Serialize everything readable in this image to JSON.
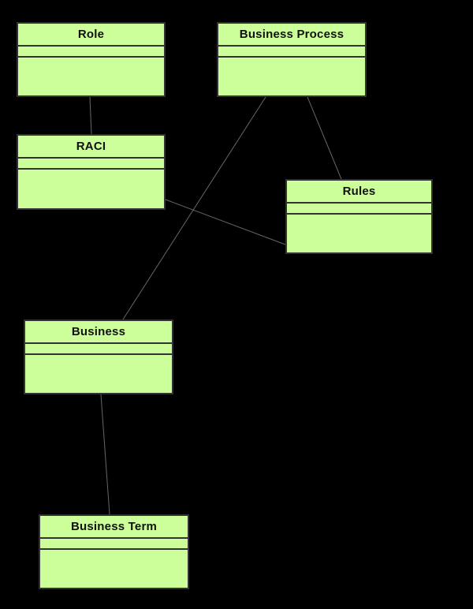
{
  "diagram": {
    "background_color": "#000000",
    "node_fill_color": "#ccff99",
    "node_border_color": "#333333",
    "edge_color": "#666666",
    "nodes": [
      {
        "id": "role",
        "label": "Role"
      },
      {
        "id": "business-process",
        "label": "Business Process"
      },
      {
        "id": "raci",
        "label": "RACI"
      },
      {
        "id": "rules",
        "label": "Rules"
      },
      {
        "id": "business",
        "label": "Business"
      },
      {
        "id": "business-term",
        "label": "Business Term"
      }
    ],
    "edges": [
      {
        "from": "Role",
        "to": "RACI"
      },
      {
        "from": "Business Process",
        "to": "Business"
      },
      {
        "from": "Business Process",
        "to": "Rules"
      },
      {
        "from": "RACI",
        "to": "Rules"
      },
      {
        "from": "Business",
        "to": "Business Term"
      }
    ]
  }
}
